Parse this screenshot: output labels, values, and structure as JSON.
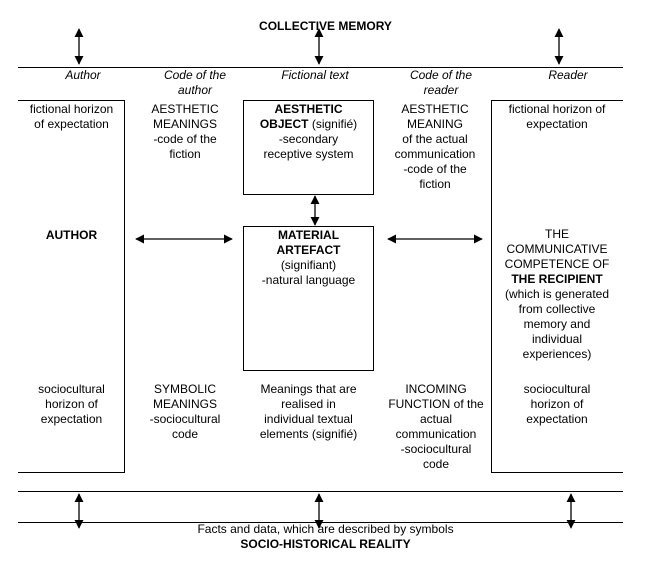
{
  "header": {
    "title": "COLLECTIVE MEMORY"
  },
  "columns": {
    "author": "Author",
    "code_author": [
      "Code of the",
      "author"
    ],
    "fictional_text": "Fictional text",
    "code_reader": [
      "Code of the",
      "reader"
    ],
    "reader": "Reader"
  },
  "author_col": {
    "top": [
      "fictional horizon",
      "of expectation"
    ],
    "middle": "AUTHOR",
    "bottom": [
      "sociocultural",
      "horizon of",
      "expectation"
    ]
  },
  "code_author_col": {
    "top": [
      "AESTHETIC",
      "MEANINGS",
      "-code of the",
      "fiction"
    ],
    "bottom": [
      "SYMBOLIC",
      "MEANINGS",
      "-sociocultural",
      "code"
    ]
  },
  "center_col": {
    "aesthetic_object": {
      "title_1": "AESTHETIC",
      "title_2": "OBJECT",
      "signifie": " (signifié)",
      "l3": "-secondary",
      "l4": "receptive system"
    },
    "material_artefact": {
      "title_1": "MATERIAL",
      "title_2": "ARTEFACT",
      "l3": "(signifiant)",
      "l4": "-natural language"
    },
    "bottom": [
      "Meanings that are",
      "realised in",
      "individual textual",
      "elements (signifié)"
    ]
  },
  "code_reader_col": {
    "top": [
      "AESTHETIC",
      "MEANING",
      "of the actual",
      "communication",
      "-code of the",
      "fiction"
    ],
    "bottom": [
      "INCOMING",
      "FUNCTION of the",
      "actual",
      "communication",
      "-sociocultural",
      "code"
    ]
  },
  "reader_col": {
    "top": [
      "fictional horizon of",
      "expectation"
    ],
    "middle_plain": [
      "THE",
      "COMMUNICATIVE",
      "COMPETENCE OF"
    ],
    "middle_bold": "THE RECIPIENT",
    "middle_rest": [
      "(which is generated",
      "from collective",
      "memory and",
      "individual",
      "experiences)"
    ],
    "bottom": [
      "sociocultural",
      "horizon of",
      "expectation"
    ]
  },
  "footer": {
    "line1": "Facts and data, which are described by symbols",
    "line2": "SOCIO-HISTORICAL REALITY"
  }
}
